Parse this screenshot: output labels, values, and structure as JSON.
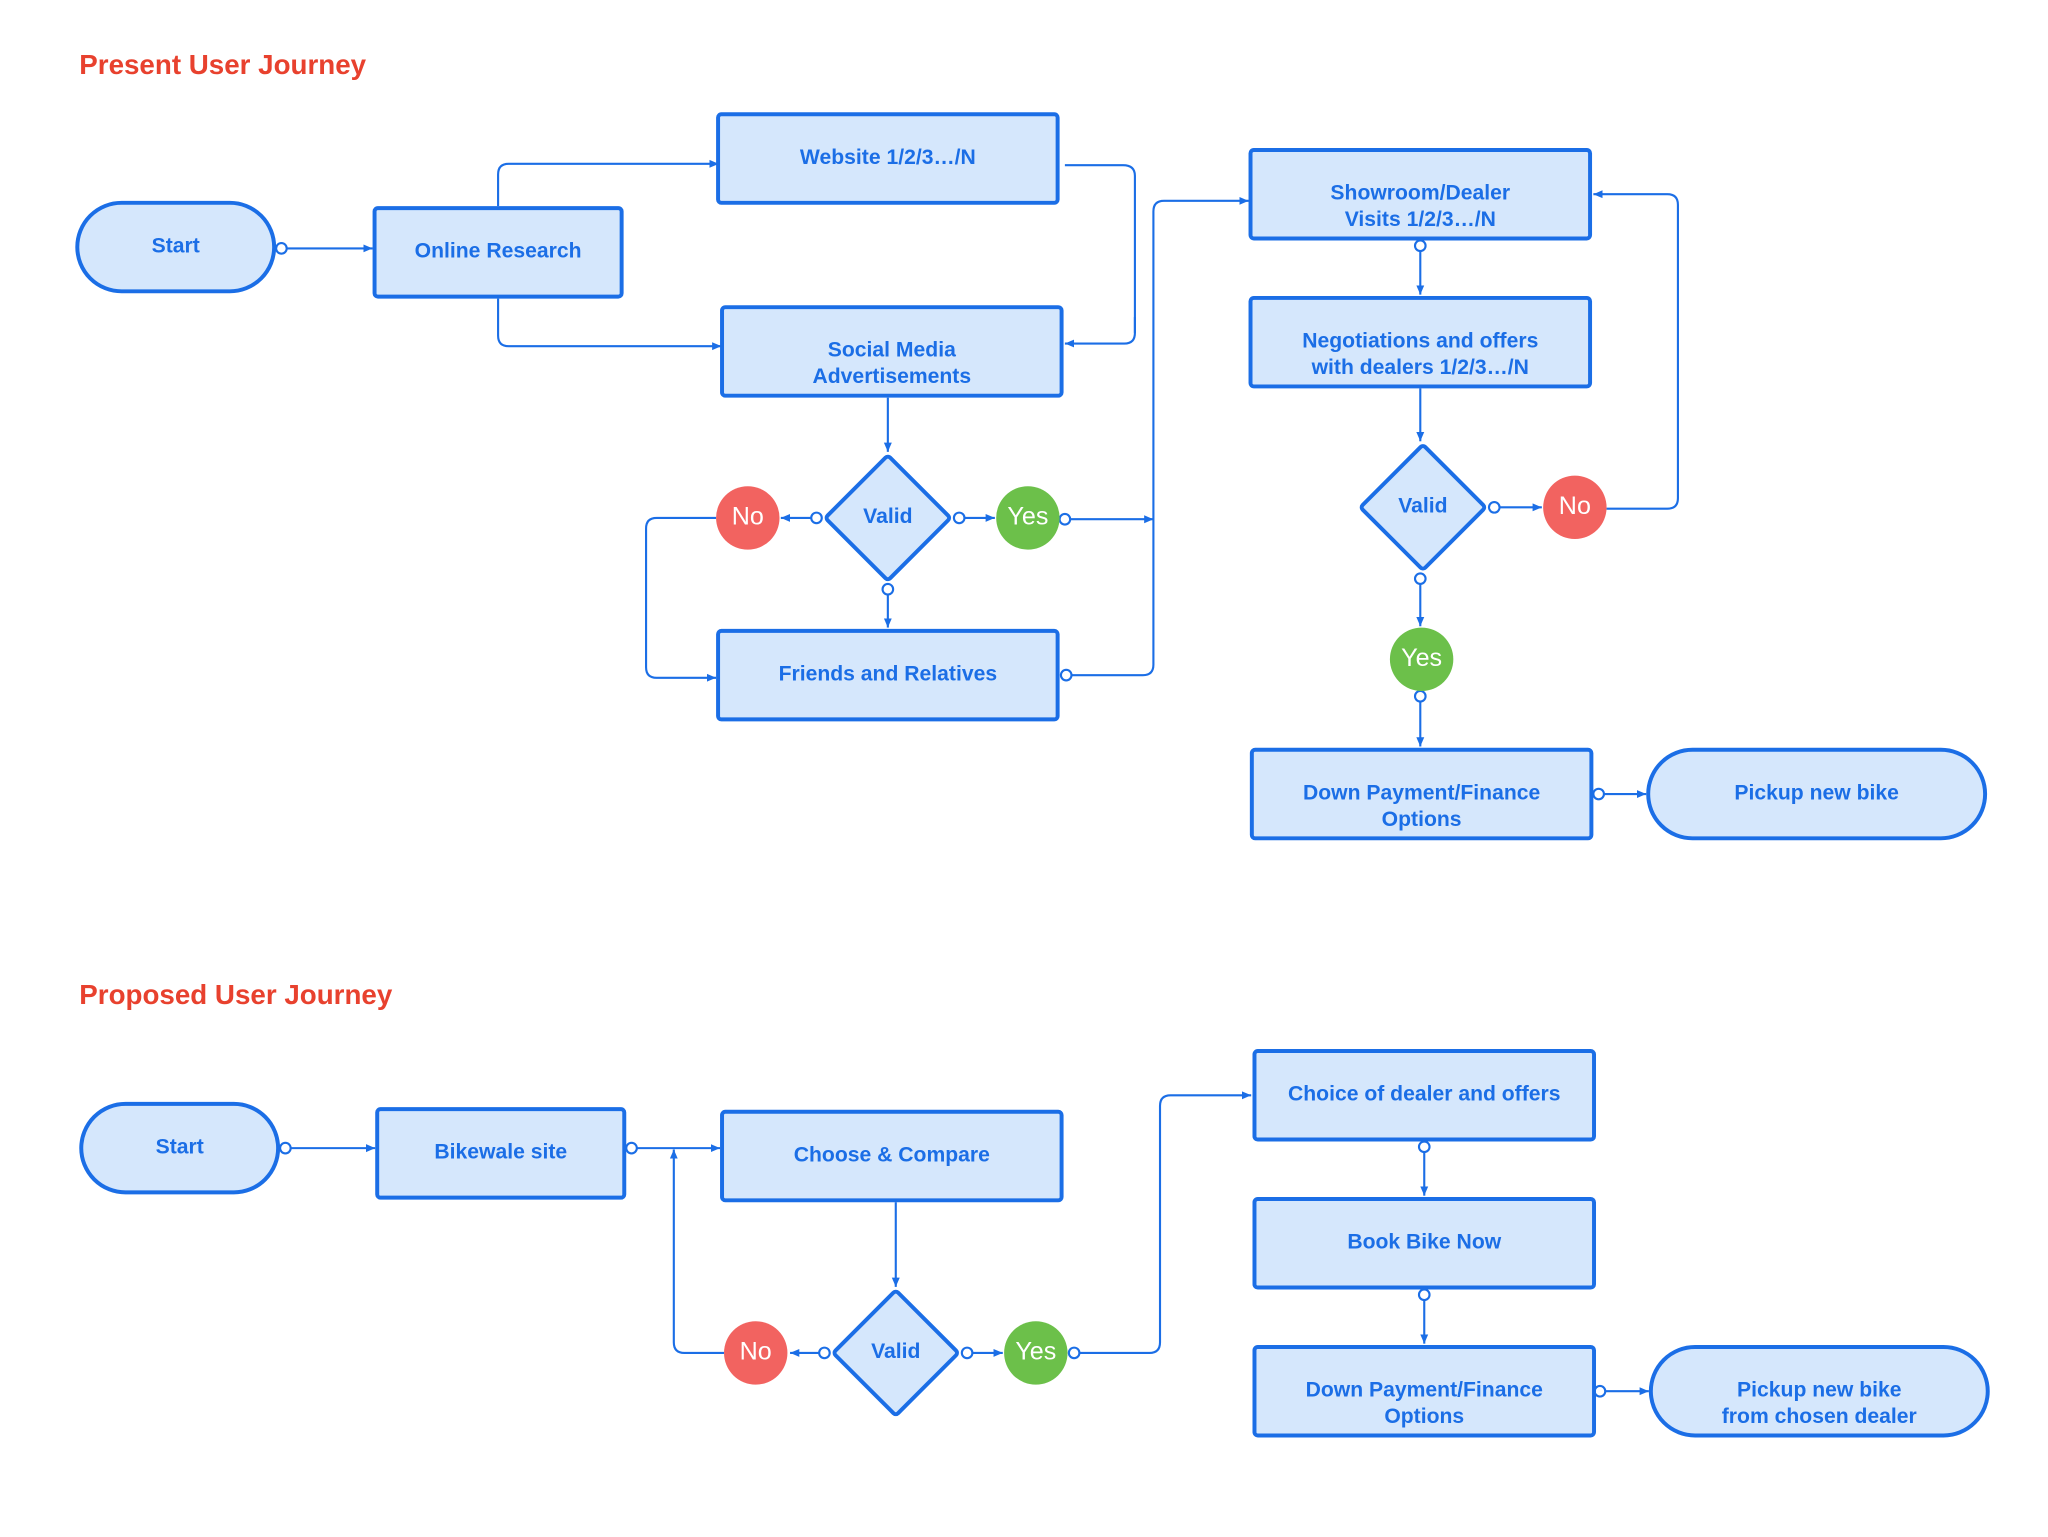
{
  "colors": {
    "title": "#e8412e",
    "node_fill": "#d5e7fc",
    "node_stroke": "#1b6ee6",
    "connector": "#1b6ee6",
    "no_badge": "#f26360",
    "yes_badge": "#6cc04a"
  },
  "present": {
    "title": "Present User Journey",
    "start": "Start",
    "online_research": "Online Research",
    "website": "Website 1/2/3…/N",
    "social_media": "Social Media\nAdvertisements",
    "valid": "Valid",
    "no": "No",
    "yes": "Yes",
    "friends": "Friends and Relatives",
    "showroom": "Showroom/Dealer\nVisits 1/2/3…/N",
    "negotiations": "Negotiations and offers\nwith dealers 1/2/3…/N",
    "valid2": "Valid",
    "no2": "No",
    "yes2": "Yes",
    "down_payment": "Down Payment/Finance\nOptions",
    "pickup": "Pickup new bike"
  },
  "proposed": {
    "title": "Proposed User Journey",
    "start": "Start",
    "bikewale": "Bikewale site",
    "choose": "Choose & Compare",
    "valid": "Valid",
    "no": "No",
    "yes": "Yes",
    "choice": "Choice of dealer and offers",
    "book": "Book Bike Now",
    "down_payment": "Down Payment/Finance\nOptions",
    "pickup": "Pickup new bike\nfrom chosen dealer"
  }
}
